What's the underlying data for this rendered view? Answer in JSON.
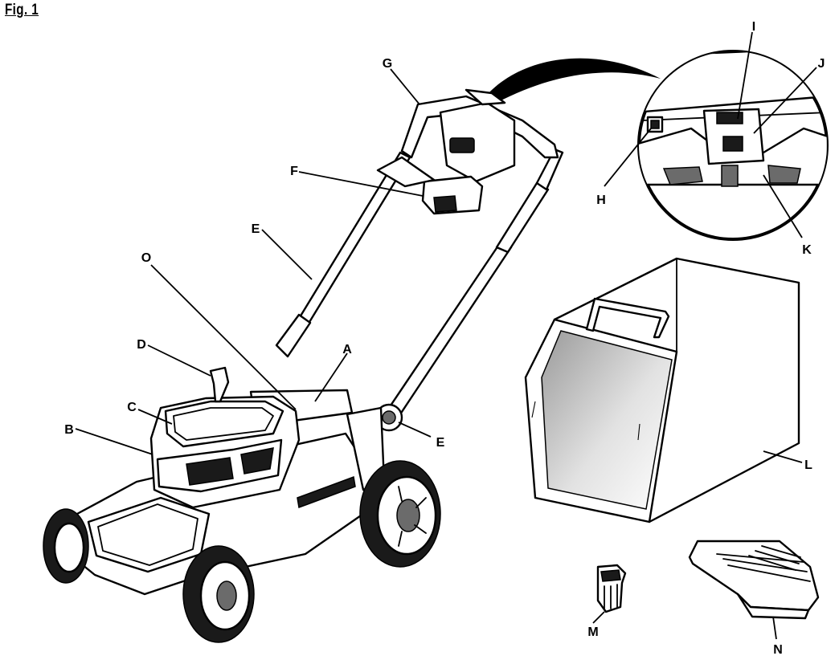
{
  "figure": {
    "title": "Fig. 1"
  },
  "labels": {
    "A": "A",
    "B": "B",
    "C": "C",
    "D": "D",
    "E1": "E",
    "E2": "E",
    "F": "F",
    "G": "G",
    "H": "H",
    "I": "I",
    "J": "J",
    "K": "K",
    "L": "L",
    "M": "M",
    "N": "N",
    "O": "O"
  }
}
